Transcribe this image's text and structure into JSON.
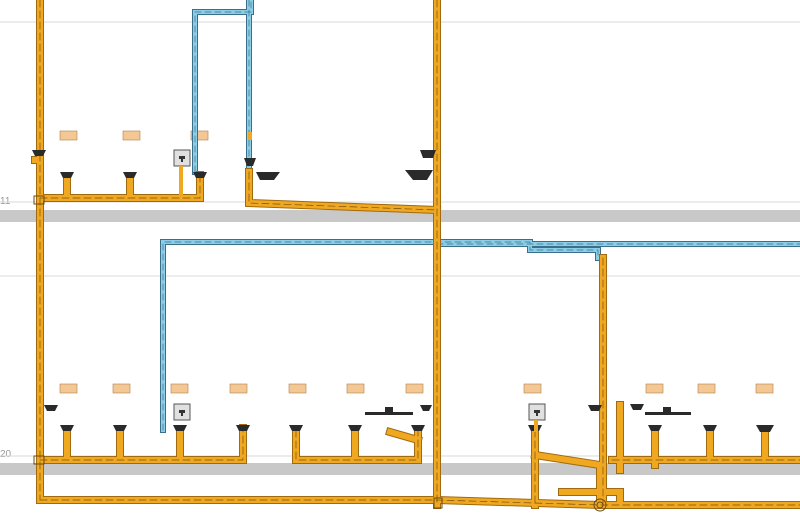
{
  "view": {
    "type": "mep-section-view",
    "levels": [
      {
        "id": "level-1",
        "label": "11"
      },
      {
        "id": "level-2",
        "label": "20"
      }
    ]
  },
  "colors": {
    "background": "#ffffff",
    "drain_pipe": "#f0a820",
    "drain_pipe_edge": "#a06a10",
    "water_pipe": "#8ccde8",
    "water_pipe_edge": "#3a6f8a",
    "slab": "#c8c8c8",
    "grid_line": "#d8d8d8",
    "fixture_tag": "#f4c894",
    "fixture": "#2a2a2a"
  },
  "icons": [
    "fixture-tag",
    "floor-drain-icon",
    "wash-basin-icon",
    "valve-box-icon",
    "pipe-fitting-icon"
  ]
}
